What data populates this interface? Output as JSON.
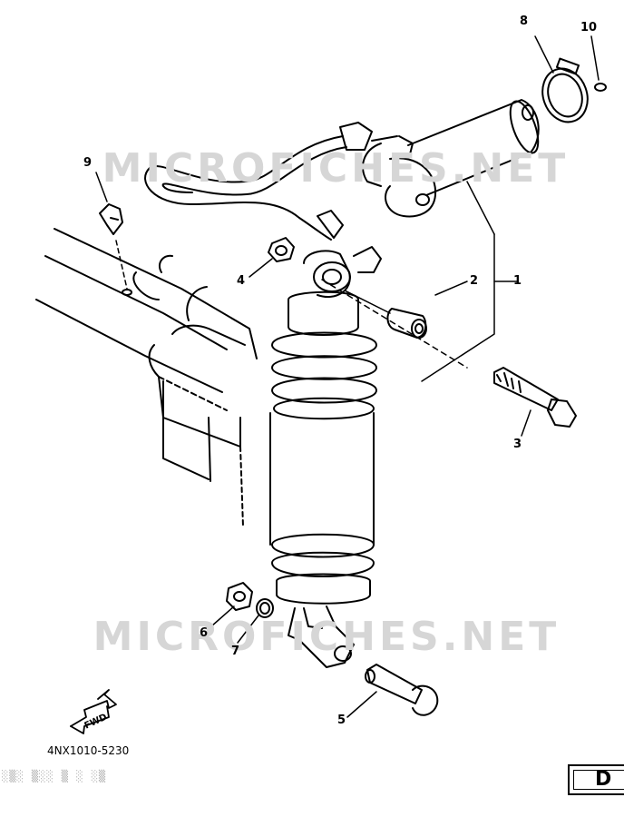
{
  "diagram": {
    "watermark_top": "MICROFICHES.NET",
    "watermark_bottom": "MICROFICHES.NET",
    "callouts": [
      {
        "id": "8",
        "label": "8"
      },
      {
        "id": "10",
        "label": "10"
      },
      {
        "id": "9",
        "label": "9"
      },
      {
        "id": "4",
        "label": "4"
      },
      {
        "id": "2",
        "label": "2"
      },
      {
        "id": "1",
        "label": "1"
      },
      {
        "id": "3",
        "label": "3"
      },
      {
        "id": "6",
        "label": "6"
      },
      {
        "id": "7",
        "label": "7"
      },
      {
        "id": "5",
        "label": "5"
      }
    ],
    "fwd_label": "FWD",
    "part_code": "4NX1010-5230",
    "faint_text": "░▒░ ▒░░ ▒ ░ ░▒",
    "corner_tag": "D"
  }
}
